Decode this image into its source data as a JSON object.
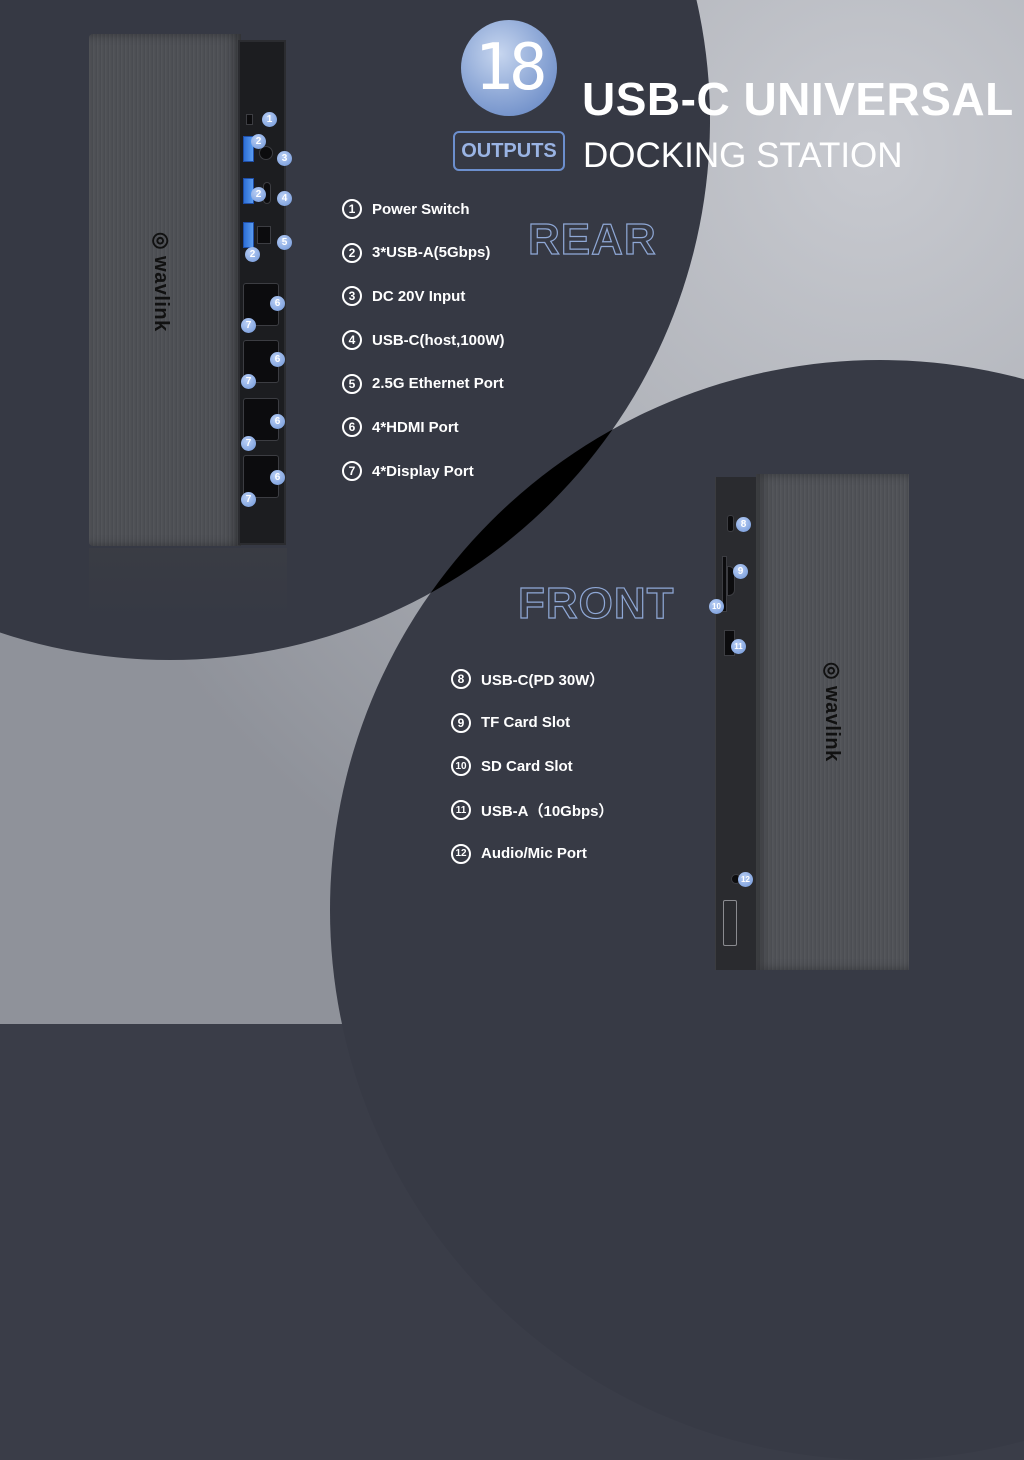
{
  "header": {
    "outputs_count": "18",
    "outputs_label": "OUTPUTS",
    "title": "USB-C UNIVERSAL",
    "subtitle": "DOCKING STATION"
  },
  "rear": {
    "label": "REAR",
    "brand": "wavlink",
    "features": [
      {
        "num": "1",
        "label": "Power Switch"
      },
      {
        "num": "2",
        "label": "3*USB-A(5Gbps)"
      },
      {
        "num": "3",
        "label": "DC 20V Input"
      },
      {
        "num": "4",
        "label": "USB-C(host,100W)"
      },
      {
        "num": "5",
        "label": "2.5G Ethernet Port"
      },
      {
        "num": "6",
        "label": "4*HDMI Port"
      },
      {
        "num": "7",
        "label": "4*Display Port"
      }
    ]
  },
  "front": {
    "label": "FRONT",
    "brand": "wavlink",
    "features": [
      {
        "num": "8",
        "label": "USB-C(PD 30W）"
      },
      {
        "num": "9",
        "label": "TF Card Slot"
      },
      {
        "num": "10",
        "label": "SD Card Slot"
      },
      {
        "num": "11",
        "label": "USB-A（10Gbps）"
      },
      {
        "num": "12",
        "label": "Audio/Mic Port"
      }
    ]
  },
  "callouts": {
    "c1": "1",
    "c2": "2",
    "c3": "3",
    "c4": "4",
    "c5": "5",
    "c6": "6",
    "c7": "7",
    "c8": "8",
    "c9": "9",
    "c10": "10",
    "c11": "11",
    "c12": "12"
  },
  "colors": {
    "accent_blue": "#6c8fce",
    "background_dark": "#363944",
    "background_light": "#a9acb3"
  }
}
